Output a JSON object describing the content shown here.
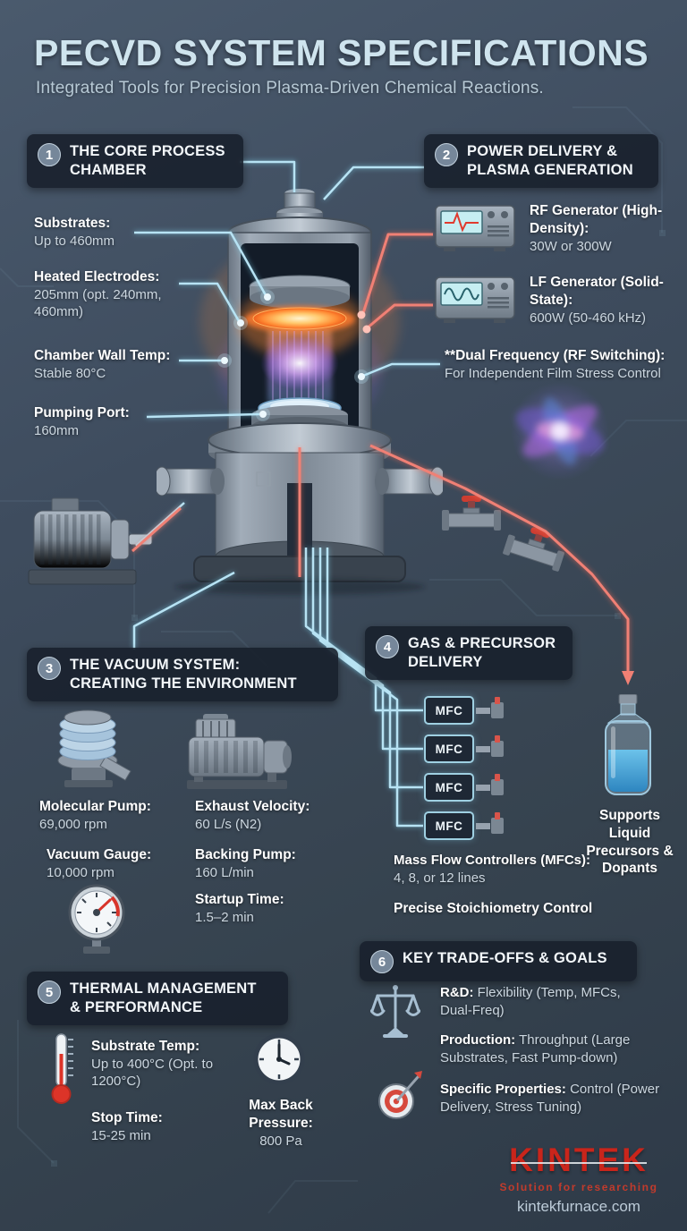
{
  "header": {
    "title": "PECVD SYSTEM SPECIFICATIONS",
    "subtitle": "Integrated Tools for Precision Plasma-Driven Chemical Reactions."
  },
  "section1": {
    "number": "1",
    "title_lines": [
      "THE CORE PROCESS",
      "CHAMBER"
    ],
    "callouts": [
      {
        "label": "Substrates:",
        "value": "Up to 460mm"
      },
      {
        "label": "Heated Electrodes:",
        "value": "205mm (opt. 240mm, 460mm)"
      },
      {
        "label": "Chamber Wall Temp:",
        "value": "Stable 80°C"
      },
      {
        "label": "Pumping Port:",
        "value": "160mm"
      }
    ]
  },
  "section2": {
    "number": "2",
    "title_lines": [
      "POWER DELIVERY &",
      "PLASMA GENERATION"
    ],
    "callouts": [
      {
        "label": "RF Generator (High-Density):",
        "value": "30W or 300W"
      },
      {
        "label": "LF Generator (Solid-State):",
        "value": "600W (50-460 kHz)"
      },
      {
        "label": "**Dual Frequency (RF Switching):",
        "value": "For Independent Film Stress Control"
      }
    ]
  },
  "section3": {
    "number": "3",
    "title_lines": [
      "THE VACUUM SYSTEM:",
      "CREATING THE ENVIRONMENT"
    ],
    "stats": [
      {
        "label": "Molecular Pump:",
        "value": "69,000 rpm"
      },
      {
        "label": "Exhaust Velocity:",
        "value": "60 L/s (N2)"
      },
      {
        "label": "Vacuum Gauge:",
        "value": "10,000 rpm"
      },
      {
        "label": "Backing Pump:",
        "value": "160 L/min"
      },
      {
        "label": "Startup Time:",
        "value": "1.5–2 min"
      }
    ]
  },
  "section4": {
    "number": "4",
    "title_lines": [
      "GAS & PRECURSOR",
      "DELIVERY"
    ],
    "mfc_label": "MFC",
    "note_label": "Mass Flow Controllers (MFCs):",
    "note_value": "4, 8, or 12 lines",
    "note2": "Precise Stoichiometry Control",
    "bottle_caption": "Supports Liquid Precursors & Dopants"
  },
  "section5": {
    "number": "5",
    "title_lines": [
      "THERMAL MANAGEMENT",
      "& PERFORMANCE"
    ],
    "stats": [
      {
        "label": "Substrate Temp:",
        "value": "Up to 400°C (Opt. to 1200°C)"
      },
      {
        "label": "Stop Time:",
        "value": "15-25 min"
      },
      {
        "label": "Max Back Pressure:",
        "value": "800 Pa"
      }
    ]
  },
  "section6": {
    "number": "6",
    "title_lines": [
      "KEY TRADE-OFFS & GOALS"
    ],
    "items": [
      {
        "label": "R&D:",
        "value": "Flexibility (Temp, MFCs, Dual-Freq)"
      },
      {
        "label": "Production:",
        "value": "Throughput (Large Substrates, Fast Pump-down)"
      },
      {
        "label": "Specific Properties:",
        "value": "Control (Power Delivery, Stress Tuning)"
      }
    ]
  },
  "footer": {
    "logo": "KINTEK",
    "tagline": "Solution for researching",
    "url": "kintekfurnace.com"
  },
  "colors": {
    "background": "#3a4858",
    "panel": "#18202c",
    "accent_blue": "#b7e3f4",
    "accent_red": "#ef7b6e",
    "electrode_orange": "#ff8a33",
    "plasma_purple": "#9a6cf0",
    "brand_red": "#c9251b"
  }
}
